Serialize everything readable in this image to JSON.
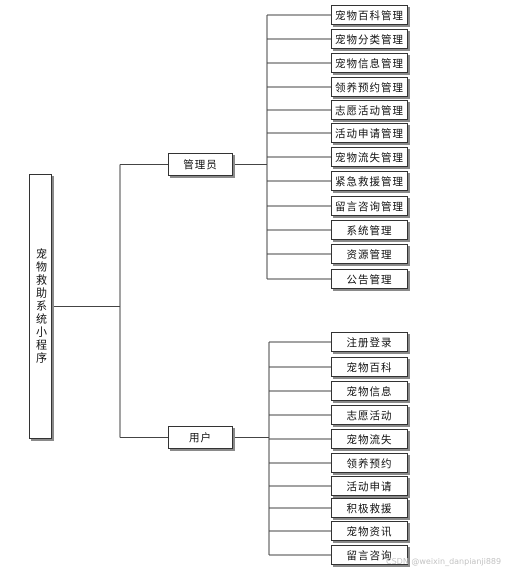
{
  "root": {
    "label": "宠物救助系统小程序"
  },
  "groups": [
    {
      "label": "管理员",
      "items": [
        "宠物百科管理",
        "宠物分类管理",
        "宠物信息管理",
        "领养预约管理",
        "志愿活动管理",
        "活动申请管理",
        "宠物流失管理",
        "紧急救援管理",
        "留言咨询管理",
        "系统管理",
        "资源管理",
        "公告管理"
      ]
    },
    {
      "label": "用户",
      "items": [
        "注册登录",
        "宠物百科",
        "宠物信息",
        "志愿活动",
        "宠物流失",
        "领养预约",
        "活动申请",
        "积极救援",
        "宠物资讯",
        "留言咨询"
      ]
    }
  ],
  "watermark": "CSDN @weixin_danpianji889"
}
